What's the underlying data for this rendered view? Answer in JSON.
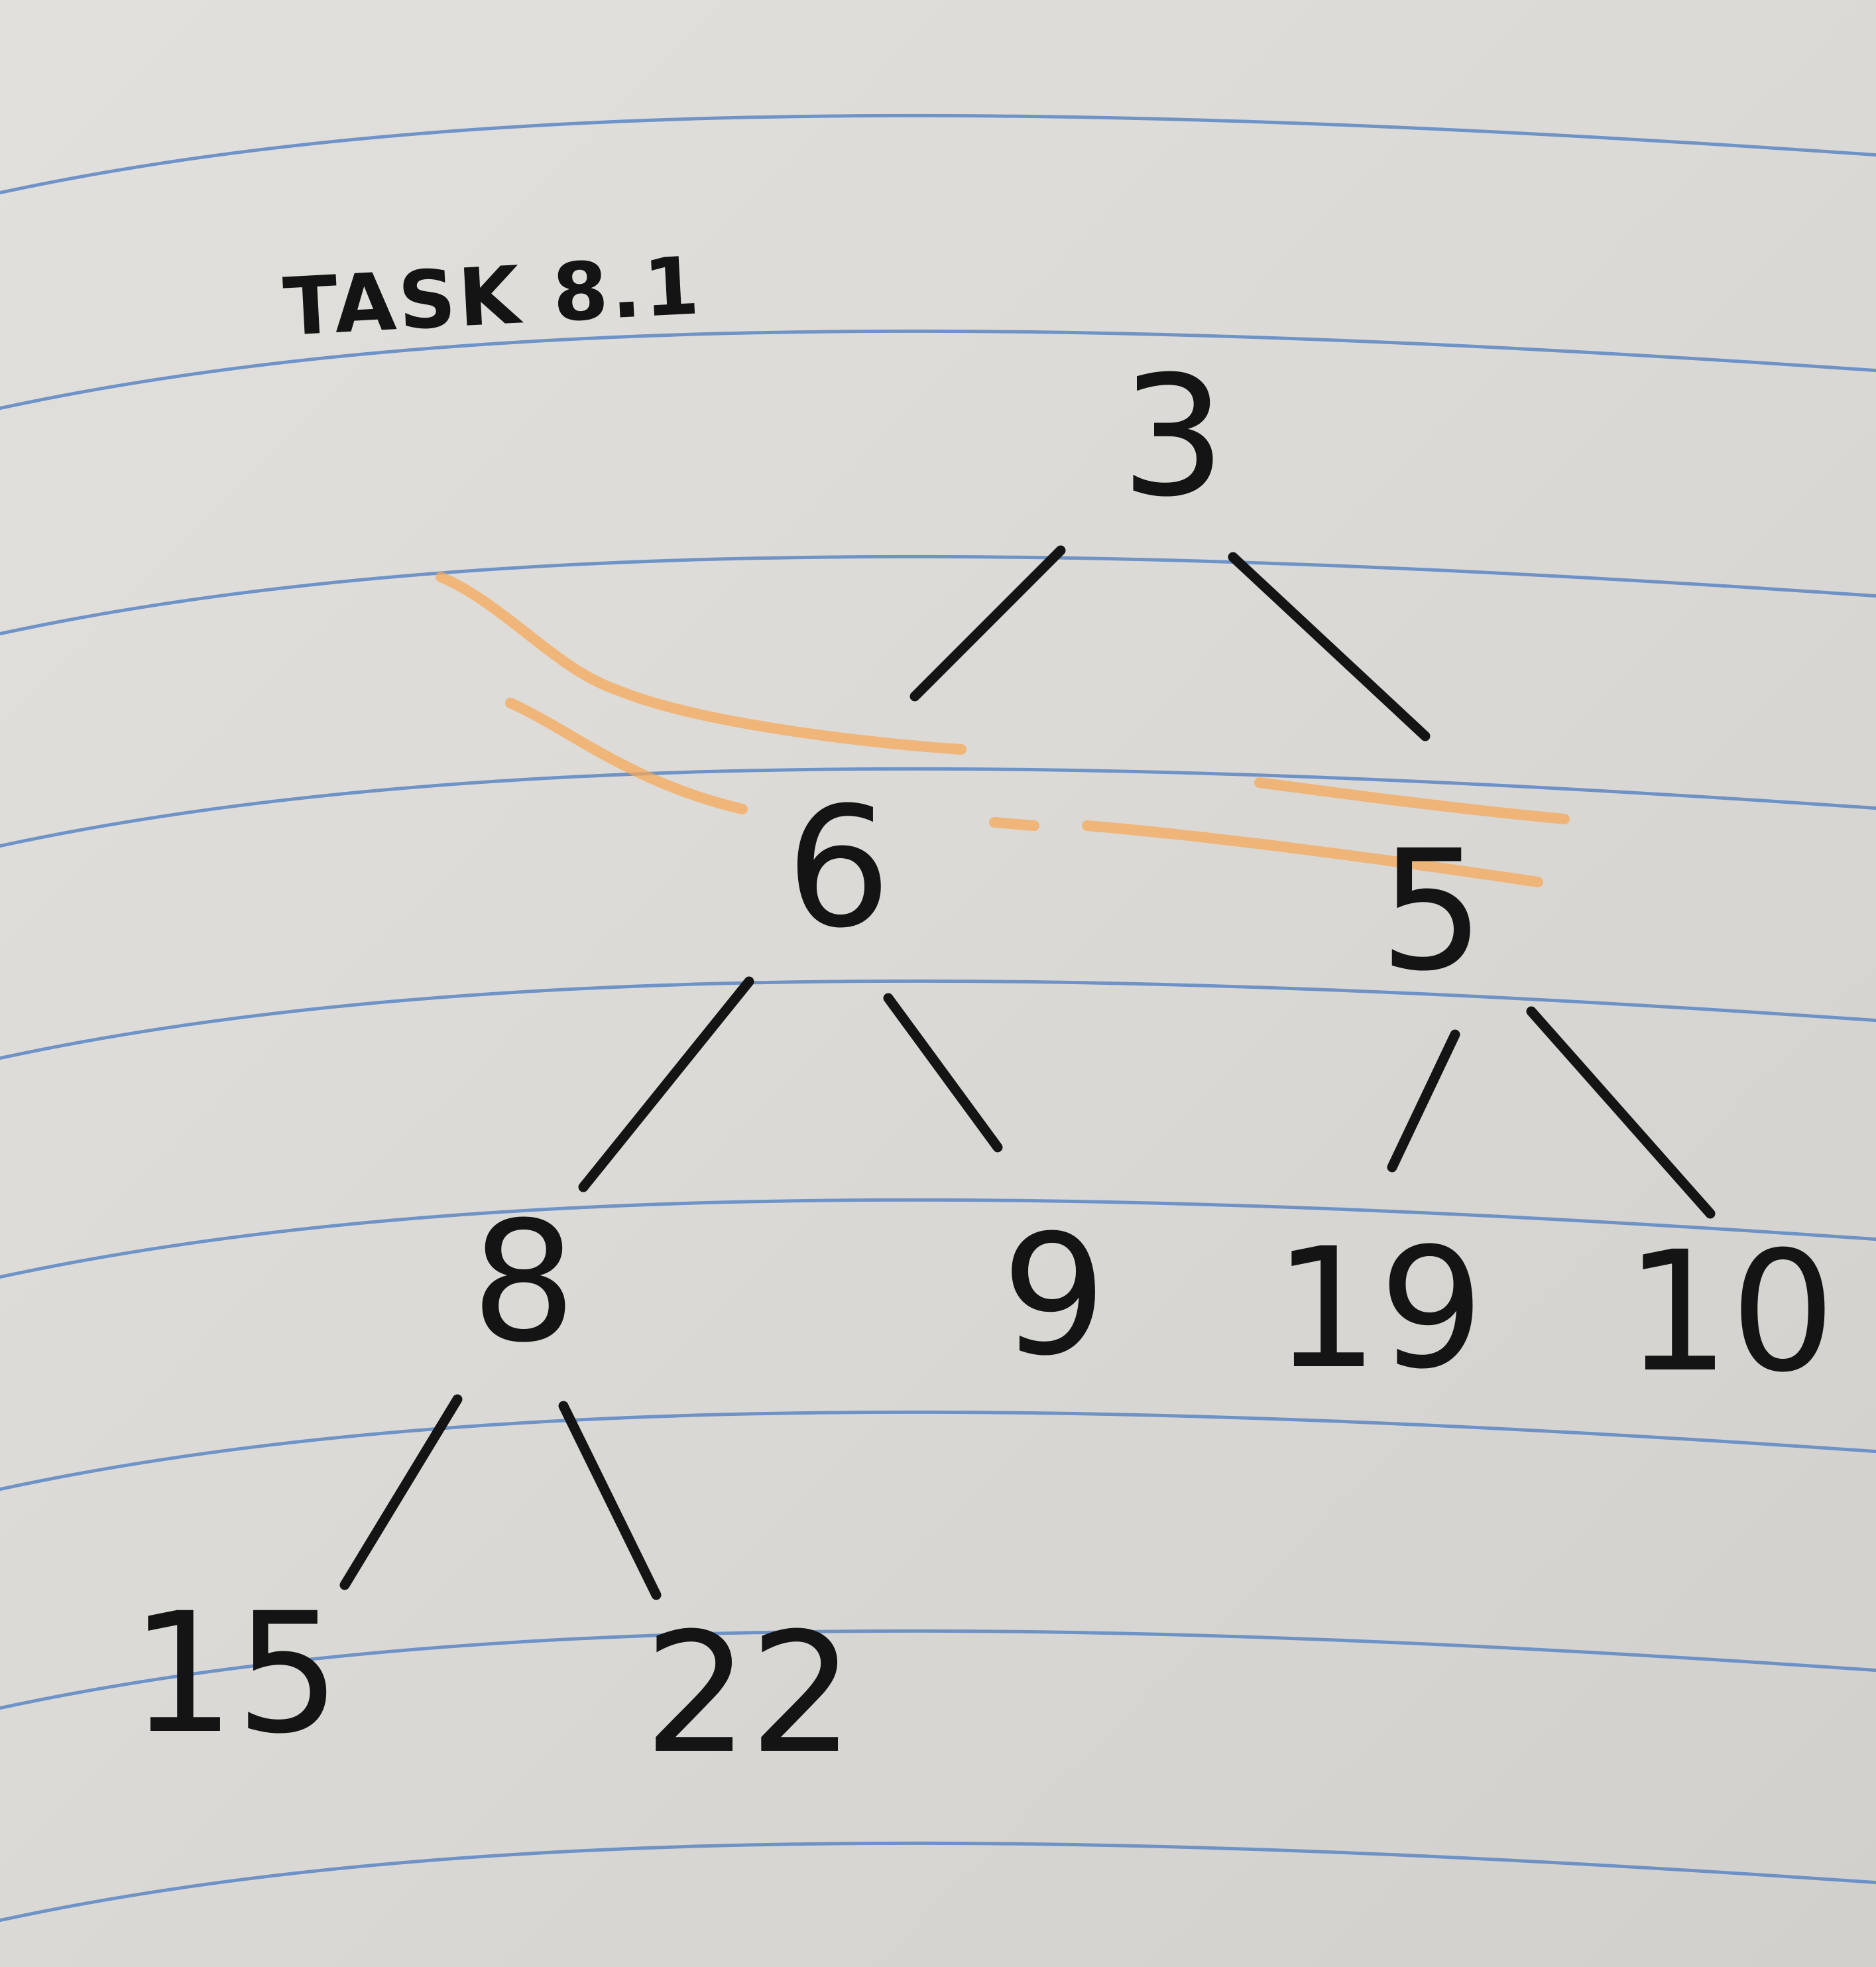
{
  "title": "TASK 8.1",
  "tree": {
    "nodes": [
      {
        "id": "n3",
        "label": "3"
      },
      {
        "id": "n6",
        "label": "6"
      },
      {
        "id": "n5",
        "label": "5"
      },
      {
        "id": "n8",
        "label": "8"
      },
      {
        "id": "n9",
        "label": "9"
      },
      {
        "id": "n19",
        "label": "19"
      },
      {
        "id": "n10",
        "label": "10"
      },
      {
        "id": "n15",
        "label": "15"
      },
      {
        "id": "n22",
        "label": "22"
      }
    ],
    "edges": [
      [
        "n3",
        "n6"
      ],
      [
        "n3",
        "n5"
      ],
      [
        "n6",
        "n8"
      ],
      [
        "n6",
        "n9"
      ],
      [
        "n5",
        "n19"
      ],
      [
        "n5",
        "n10"
      ],
      [
        "n8",
        "n15"
      ],
      [
        "n8",
        "n22"
      ]
    ]
  },
  "colors": {
    "ink": "#141414",
    "rule_lines": "#5b86c4",
    "highlighter": "#f5a85a",
    "paper": "#e0deda"
  }
}
